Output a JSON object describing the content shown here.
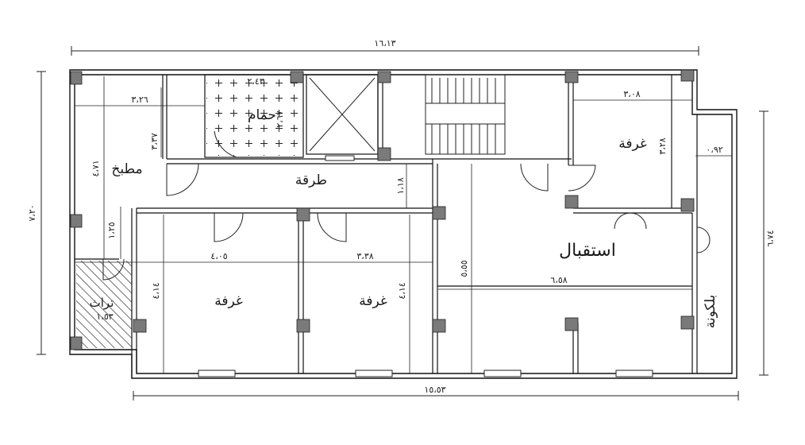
{
  "rooms": {
    "kitchen": "مطبخ",
    "bathroom": "حمام",
    "corridor": "طرقة",
    "bedroom_top_right": "غرفة",
    "reception": "استقبال",
    "bedroom_left": "غرفة",
    "bedroom_middle": "غرفة",
    "balcony": "بلكونة",
    "laundry": "تراث"
  },
  "dimensions": {
    "total_top": "١٦،١٣",
    "total_bottom": "١٥،٥٣",
    "total_left": "٧،٢٠",
    "total_right": "٦،٧٤",
    "kitchen_width": "٣،٢٦",
    "kitchen_height_a": "٣،٣٧",
    "kitchen_height_b": "٤،٧١",
    "bath_width": "٢،٤٣",
    "bath_height": "٢،٦٧",
    "laundry_height": "١،٢٥",
    "laundry_width": "١،٥٣",
    "corridor_len": "١،١٨",
    "room_top_right_width": "٣،٠٨",
    "room_top_right_height": "٣،٢٨",
    "balcony_width": "٠،٩٢",
    "bedroom_left_width": "٤،٠٥",
    "bedroom_left_height": "٤،١٤",
    "bedroom_mid_width": "٣،٣٨",
    "bedroom_mid_height": "٤،١٤",
    "reception_width": "٦،٥٨",
    "reception_height": "٥،٥٥"
  }
}
